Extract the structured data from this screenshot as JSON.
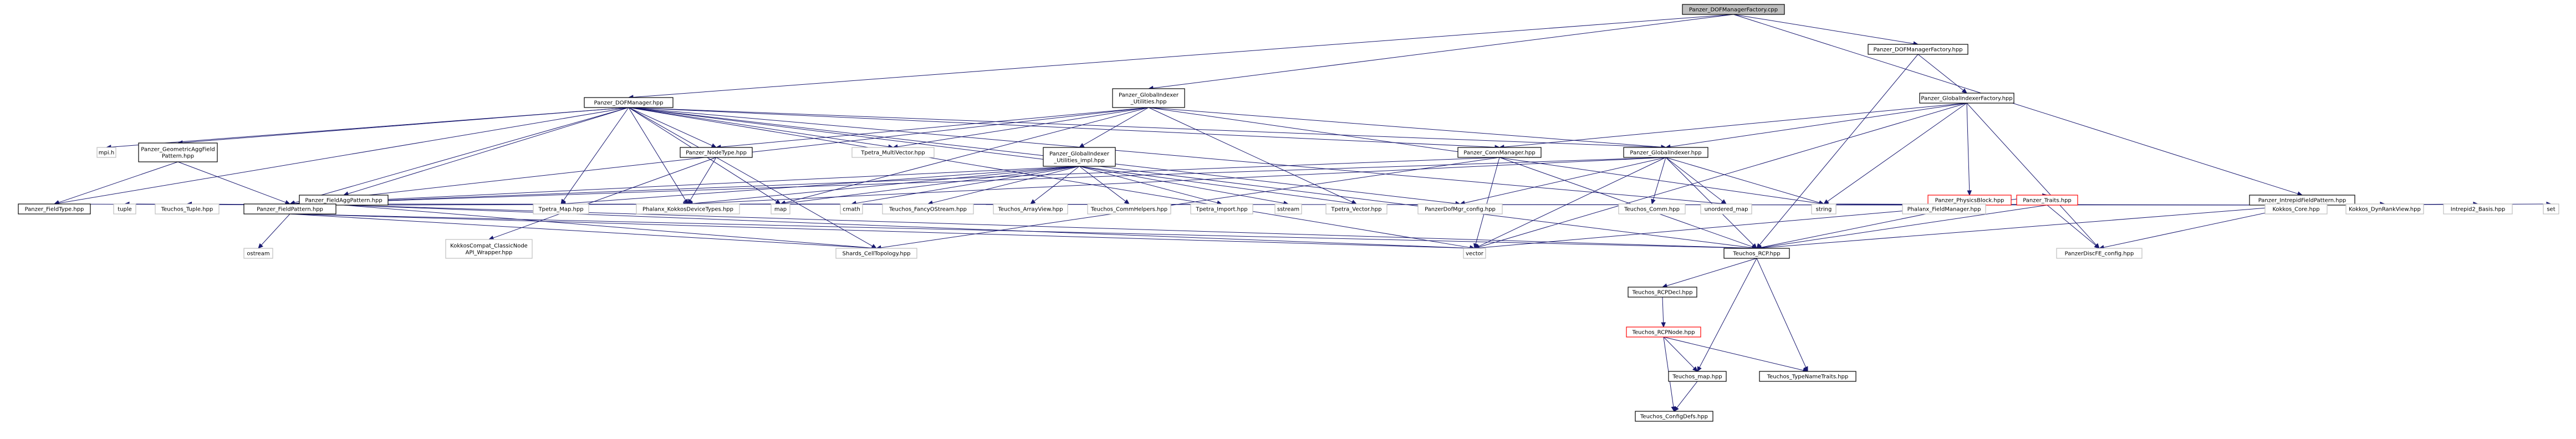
{
  "colors": {
    "edge": "#191970",
    "root_fill": "#bfbfbf",
    "node_border": "#000000",
    "external_border": "#bfbfbf",
    "truncated_border": "#ff0000"
  },
  "nodes": [
    {
      "id": "root",
      "lines": [
        "Panzer_DOFManagerFactory.cpp"
      ],
      "kind": "root"
    },
    {
      "id": "dofmgr",
      "lines": [
        "Panzer_DOFManager.hpp"
      ],
      "kind": "normal"
    },
    {
      "id": "gidxutil",
      "lines": [
        "Panzer_GlobalIndexer",
        "_Utilities.hpp"
      ],
      "kind": "normal"
    },
    {
      "id": "dofmgrfac",
      "lines": [
        "Panzer_DOFManagerFactory.hpp"
      ],
      "kind": "normal"
    },
    {
      "id": "gidxfac",
      "lines": [
        "Panzer_GlobalIndexerFactory.hpp"
      ],
      "kind": "normal"
    },
    {
      "id": "intrepid",
      "lines": [
        "Panzer_IntrepidFieldPattern.hpp"
      ],
      "kind": "normal"
    },
    {
      "id": "mpi",
      "lines": [
        "mpi.h"
      ],
      "kind": "external"
    },
    {
      "id": "geomagg",
      "lines": [
        "Panzer_GeometricAggField",
        "Pattern.hpp"
      ],
      "kind": "normal"
    },
    {
      "id": "fieldagg",
      "lines": [
        "Panzer_FieldAggPattern.hpp"
      ],
      "kind": "normal"
    },
    {
      "id": "nodetype",
      "lines": [
        "Panzer_NodeType.hpp"
      ],
      "kind": "normal"
    },
    {
      "id": "tmv",
      "lines": [
        "Tpetra_MultiVector.hpp"
      ],
      "kind": "external"
    },
    {
      "id": "gidxutilimpl",
      "lines": [
        "Panzer_GlobalIndexer",
        "_Utilities_impl.hpp"
      ],
      "kind": "normal"
    },
    {
      "id": "connmgr",
      "lines": [
        "Panzer_ConnManager.hpp"
      ],
      "kind": "normal"
    },
    {
      "id": "gidx",
      "lines": [
        "Panzer_GlobalIndexer.hpp"
      ],
      "kind": "normal"
    },
    {
      "id": "physblock",
      "lines": [
        "Panzer_PhysicsBlock.hpp"
      ],
      "kind": "red"
    },
    {
      "id": "fieldtype",
      "lines": [
        "Panzer_FieldType.hpp"
      ],
      "kind": "normal"
    },
    {
      "id": "tuple",
      "lines": [
        "tuple"
      ],
      "kind": "external"
    },
    {
      "id": "teuchostuple",
      "lines": [
        "Teuchos_Tuple.hpp"
      ],
      "kind": "external"
    },
    {
      "id": "fieldpattern",
      "lines": [
        "Panzer_FieldPattern.hpp"
      ],
      "kind": "normal"
    },
    {
      "id": "kokkoscompat",
      "lines": [
        "KokkosCompat_ClassicNode",
        "API_Wrapper.hpp"
      ],
      "kind": "external"
    },
    {
      "id": "tmap",
      "lines": [
        "Tpetra_Map.hpp"
      ],
      "kind": "external"
    },
    {
      "id": "phalanxkdt",
      "lines": [
        "Phalanx_KokkosDeviceTypes.hpp"
      ],
      "kind": "external"
    },
    {
      "id": "map",
      "lines": [
        "map"
      ],
      "kind": "external"
    },
    {
      "id": "cmath",
      "lines": [
        "cmath"
      ],
      "kind": "external"
    },
    {
      "id": "fancyostream",
      "lines": [
        "Teuchos_FancyOStream.hpp"
      ],
      "kind": "external"
    },
    {
      "id": "arrayview",
      "lines": [
        "Teuchos_ArrayView.hpp"
      ],
      "kind": "external"
    },
    {
      "id": "commhelpers",
      "lines": [
        "Teuchos_CommHelpers.hpp"
      ],
      "kind": "external"
    },
    {
      "id": "timport",
      "lines": [
        "Tpetra_Import.hpp"
      ],
      "kind": "external"
    },
    {
      "id": "sstream",
      "lines": [
        "sstream"
      ],
      "kind": "external"
    },
    {
      "id": "tvector",
      "lines": [
        "Tpetra_Vector.hpp"
      ],
      "kind": "external"
    },
    {
      "id": "dofmgrconfig",
      "lines": [
        "PanzerDofMgr_config.hpp"
      ],
      "kind": "external"
    },
    {
      "id": "teuchoscomm",
      "lines": [
        "Teuchos_Comm.hpp"
      ],
      "kind": "external"
    },
    {
      "id": "unorderedmap",
      "lines": [
        "unordered_map"
      ],
      "kind": "external"
    },
    {
      "id": "string",
      "lines": [
        "string"
      ],
      "kind": "external"
    },
    {
      "id": "phalanxfm",
      "lines": [
        "Phalanx_FieldManager.hpp"
      ],
      "kind": "external"
    },
    {
      "id": "ptraits",
      "lines": [
        "Panzer_Traits.hpp"
      ],
      "kind": "red"
    },
    {
      "id": "kokkoscore",
      "lines": [
        "Kokkos_Core.hpp"
      ],
      "kind": "external"
    },
    {
      "id": "kokkosdynrank",
      "lines": [
        "Kokkos_DynRankView.hpp"
      ],
      "kind": "external"
    },
    {
      "id": "intrepidbasis",
      "lines": [
        "Intrepid2_Basis.hpp"
      ],
      "kind": "external"
    },
    {
      "id": "set",
      "lines": [
        "set"
      ],
      "kind": "external"
    },
    {
      "id": "ostream",
      "lines": [
        "ostream"
      ],
      "kind": "external"
    },
    {
      "id": "shards",
      "lines": [
        "Shards_CellTopology.hpp"
      ],
      "kind": "external"
    },
    {
      "id": "vector",
      "lines": [
        "vector"
      ],
      "kind": "external"
    },
    {
      "id": "rcp",
      "lines": [
        "Teuchos_RCP.hpp"
      ],
      "kind": "normal"
    },
    {
      "id": "discfe",
      "lines": [
        "PanzerDiscFE_config.hpp"
      ],
      "kind": "external"
    },
    {
      "id": "rcpdecl",
      "lines": [
        "Teuchos_RCPDecl.hpp"
      ],
      "kind": "normal"
    },
    {
      "id": "rcpnode",
      "lines": [
        "Teuchos_RCPNode.hpp"
      ],
      "kind": "red"
    },
    {
      "id": "tmap2",
      "lines": [
        "Teuchos_map.hpp"
      ],
      "kind": "normal"
    },
    {
      "id": "typenametraits",
      "lines": [
        "Teuchos_TypeNameTraits.hpp"
      ],
      "kind": "normal"
    },
    {
      "id": "configdefs",
      "lines": [
        "Teuchos_ConfigDefs.hpp"
      ],
      "kind": "normal"
    }
  ],
  "edges": [
    [
      "root",
      "dofmgr"
    ],
    [
      "root",
      "gidxutil"
    ],
    [
      "root",
      "dofmgrfac"
    ],
    [
      "root",
      "intrepid"
    ],
    [
      "dofmgrfac",
      "gidxfac"
    ],
    [
      "dofmgrfac",
      "rcp"
    ],
    [
      "gidxfac",
      "connmgr"
    ],
    [
      "gidxfac",
      "gidx"
    ],
    [
      "gidxfac",
      "physblock"
    ],
    [
      "gidxfac",
      "vector"
    ],
    [
      "gidxfac",
      "discfe"
    ],
    [
      "gidxfac",
      "string"
    ],
    [
      "dofmgr",
      "mpi"
    ],
    [
      "dofmgr",
      "geomagg"
    ],
    [
      "dofmgr",
      "fieldagg"
    ],
    [
      "dofmgr",
      "fieldtype"
    ],
    [
      "dofmgr",
      "fieldpattern"
    ],
    [
      "dofmgr",
      "nodetype"
    ],
    [
      "dofmgr",
      "tmv"
    ],
    [
      "dofmgr",
      "connmgr"
    ],
    [
      "dofmgr",
      "gidx"
    ],
    [
      "dofmgr",
      "tmap"
    ],
    [
      "dofmgr",
      "map"
    ],
    [
      "dofmgr",
      "phalanxkdt"
    ],
    [
      "dofmgr",
      "dofmgrconfig"
    ],
    [
      "dofmgr",
      "unorderedmap"
    ],
    [
      "dofmgr",
      "rcp"
    ],
    [
      "dofmgr",
      "vector"
    ],
    [
      "dofmgr",
      "shards"
    ],
    [
      "gidxutil",
      "gidxutilimpl"
    ],
    [
      "gidxutil",
      "gidx"
    ],
    [
      "gidxutil",
      "tmv"
    ],
    [
      "gidxutil",
      "map"
    ],
    [
      "gidxutil",
      "tvector"
    ],
    [
      "gidxutil",
      "nodetype"
    ],
    [
      "gidxutil",
      "string"
    ],
    [
      "gidxutil",
      "fieldpattern"
    ],
    [
      "geomagg",
      "fieldtype"
    ],
    [
      "geomagg",
      "fieldpattern"
    ],
    [
      "fieldagg",
      "fieldpattern"
    ],
    [
      "fieldagg",
      "fieldtype"
    ],
    [
      "fieldagg",
      "tuple"
    ],
    [
      "fieldagg",
      "teuchostuple"
    ],
    [
      "fieldagg",
      "phalanxkdt"
    ],
    [
      "fieldagg",
      "map"
    ],
    [
      "fieldagg",
      "rcp"
    ],
    [
      "fieldagg",
      "vector"
    ],
    [
      "fieldagg",
      "shards"
    ],
    [
      "nodetype",
      "kokkoscompat"
    ],
    [
      "nodetype",
      "phalanxkdt"
    ],
    [
      "gidxutilimpl",
      "tmap"
    ],
    [
      "gidxutilimpl",
      "cmath"
    ],
    [
      "gidxutilimpl",
      "fancyostream"
    ],
    [
      "gidxutilimpl",
      "arrayview"
    ],
    [
      "gidxutilimpl",
      "commhelpers"
    ],
    [
      "gidxutilimpl",
      "timport"
    ],
    [
      "gidxutilimpl",
      "sstream"
    ],
    [
      "gidxutilimpl",
      "tvector"
    ],
    [
      "gidxutilimpl",
      "map"
    ],
    [
      "gidxutilimpl",
      "fieldpattern"
    ],
    [
      "gidxutilimpl",
      "phalanxkdt"
    ],
    [
      "connmgr",
      "fieldpattern"
    ],
    [
      "connmgr",
      "shards"
    ],
    [
      "connmgr",
      "vector"
    ],
    [
      "connmgr",
      "rcp"
    ],
    [
      "gidx",
      "fieldpattern"
    ],
    [
      "gidx",
      "dofmgrconfig"
    ],
    [
      "gidx",
      "teuchoscomm"
    ],
    [
      "gidx",
      "unorderedmap"
    ],
    [
      "gidx",
      "string"
    ],
    [
      "gidx",
      "rcp"
    ],
    [
      "gidx",
      "vector"
    ],
    [
      "gidx",
      "phalanxkdt"
    ],
    [
      "physblock",
      "phalanxfm"
    ],
    [
      "physblock",
      "ptraits"
    ],
    [
      "physblock",
      "string"
    ],
    [
      "physblock",
      "vector"
    ],
    [
      "physblock",
      "rcp"
    ],
    [
      "physblock",
      "map"
    ],
    [
      "fieldpattern",
      "ostream"
    ],
    [
      "fieldpattern",
      "vector"
    ],
    [
      "fieldpattern",
      "shards"
    ],
    [
      "fieldpattern",
      "rcp"
    ],
    [
      "intrepid",
      "fieldpattern"
    ],
    [
      "intrepid",
      "kokkoscore"
    ],
    [
      "intrepid",
      "kokkosdynrank"
    ],
    [
      "intrepid",
      "intrepidbasis"
    ],
    [
      "intrepid",
      "set"
    ],
    [
      "intrepid",
      "string"
    ],
    [
      "intrepid",
      "rcp"
    ],
    [
      "intrepid",
      "discfe"
    ],
    [
      "ptraits",
      "discfe"
    ],
    [
      "ptraits",
      "rcp"
    ],
    [
      "rcp",
      "rcpdecl"
    ],
    [
      "rcp",
      "tmap2"
    ],
    [
      "rcp",
      "typenametraits"
    ],
    [
      "rcpdecl",
      "rcpnode"
    ],
    [
      "rcpnode",
      "tmap2"
    ],
    [
      "rcpnode",
      "typenametraits"
    ],
    [
      "rcpnode",
      "configdefs"
    ],
    [
      "tmap2",
      "configdefs"
    ]
  ]
}
